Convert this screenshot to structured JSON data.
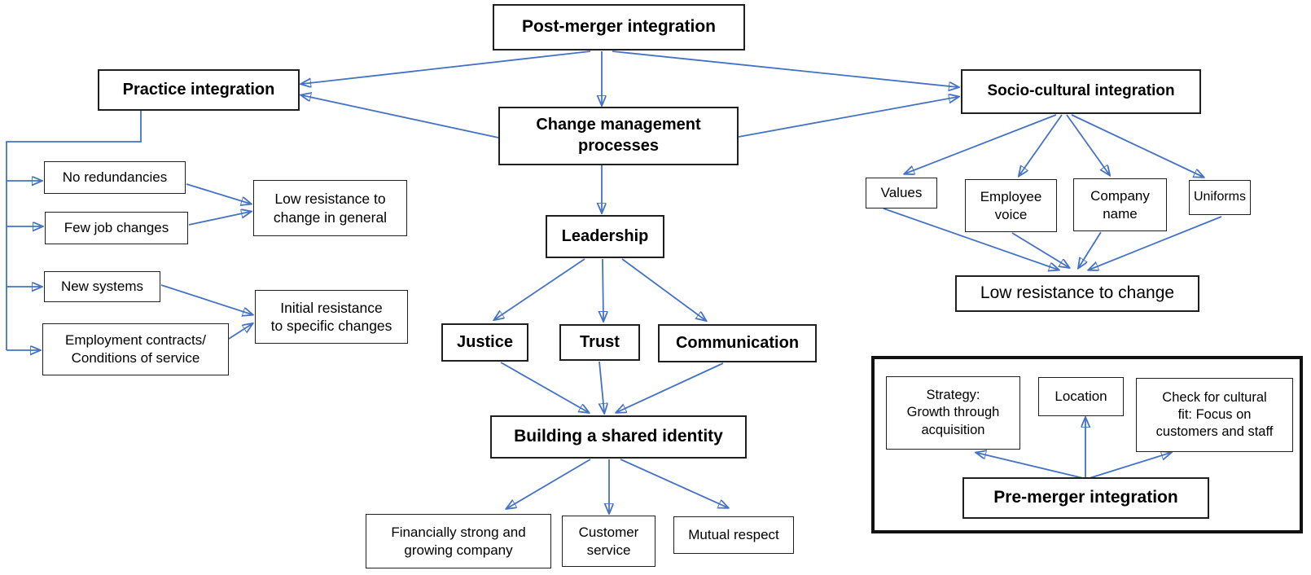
{
  "diagram": {
    "type": "flowchart",
    "topic": "Post-merger integration concept map",
    "colors": {
      "arrow_blue": "#4472C4",
      "box_border": "#1f1f1f",
      "background": "#ffffff",
      "text": "#000000"
    },
    "nodes": {
      "post_merger": "Post-merger integration",
      "practice": "Practice integration",
      "change_mgmt": "Change management\nprocesses",
      "socio": "Socio-cultural integration",
      "leadership": "Leadership",
      "justice": "Justice",
      "trust": "Trust",
      "communication": "Communication",
      "shared_identity": "Building a shared identity",
      "fin_strong": "Financially strong and\ngrowing company",
      "customer_service": "Customer\nservice",
      "mutual_respect": "Mutual respect",
      "no_redundancies": "No redundancies",
      "few_job_changes": "Few job changes",
      "new_systems": "New systems",
      "employment": "Employment contracts/\nConditions of service",
      "low_res_general": "Low resistance to\nchange in general",
      "initial_res": "Initial resistance\nto specific changes",
      "values": "Values",
      "employee_voice": "Employee\nvoice",
      "company_name": "Company\nname",
      "uniforms": "Uniforms",
      "low_res_change": "Low resistance to change",
      "strategy": "Strategy:\nGrowth through\nacquisition",
      "location": "Location",
      "check_cultural": "Check for cultural\nfit: Focus on\ncustomers and staff",
      "pre_merger": "Pre-merger integration"
    }
  }
}
